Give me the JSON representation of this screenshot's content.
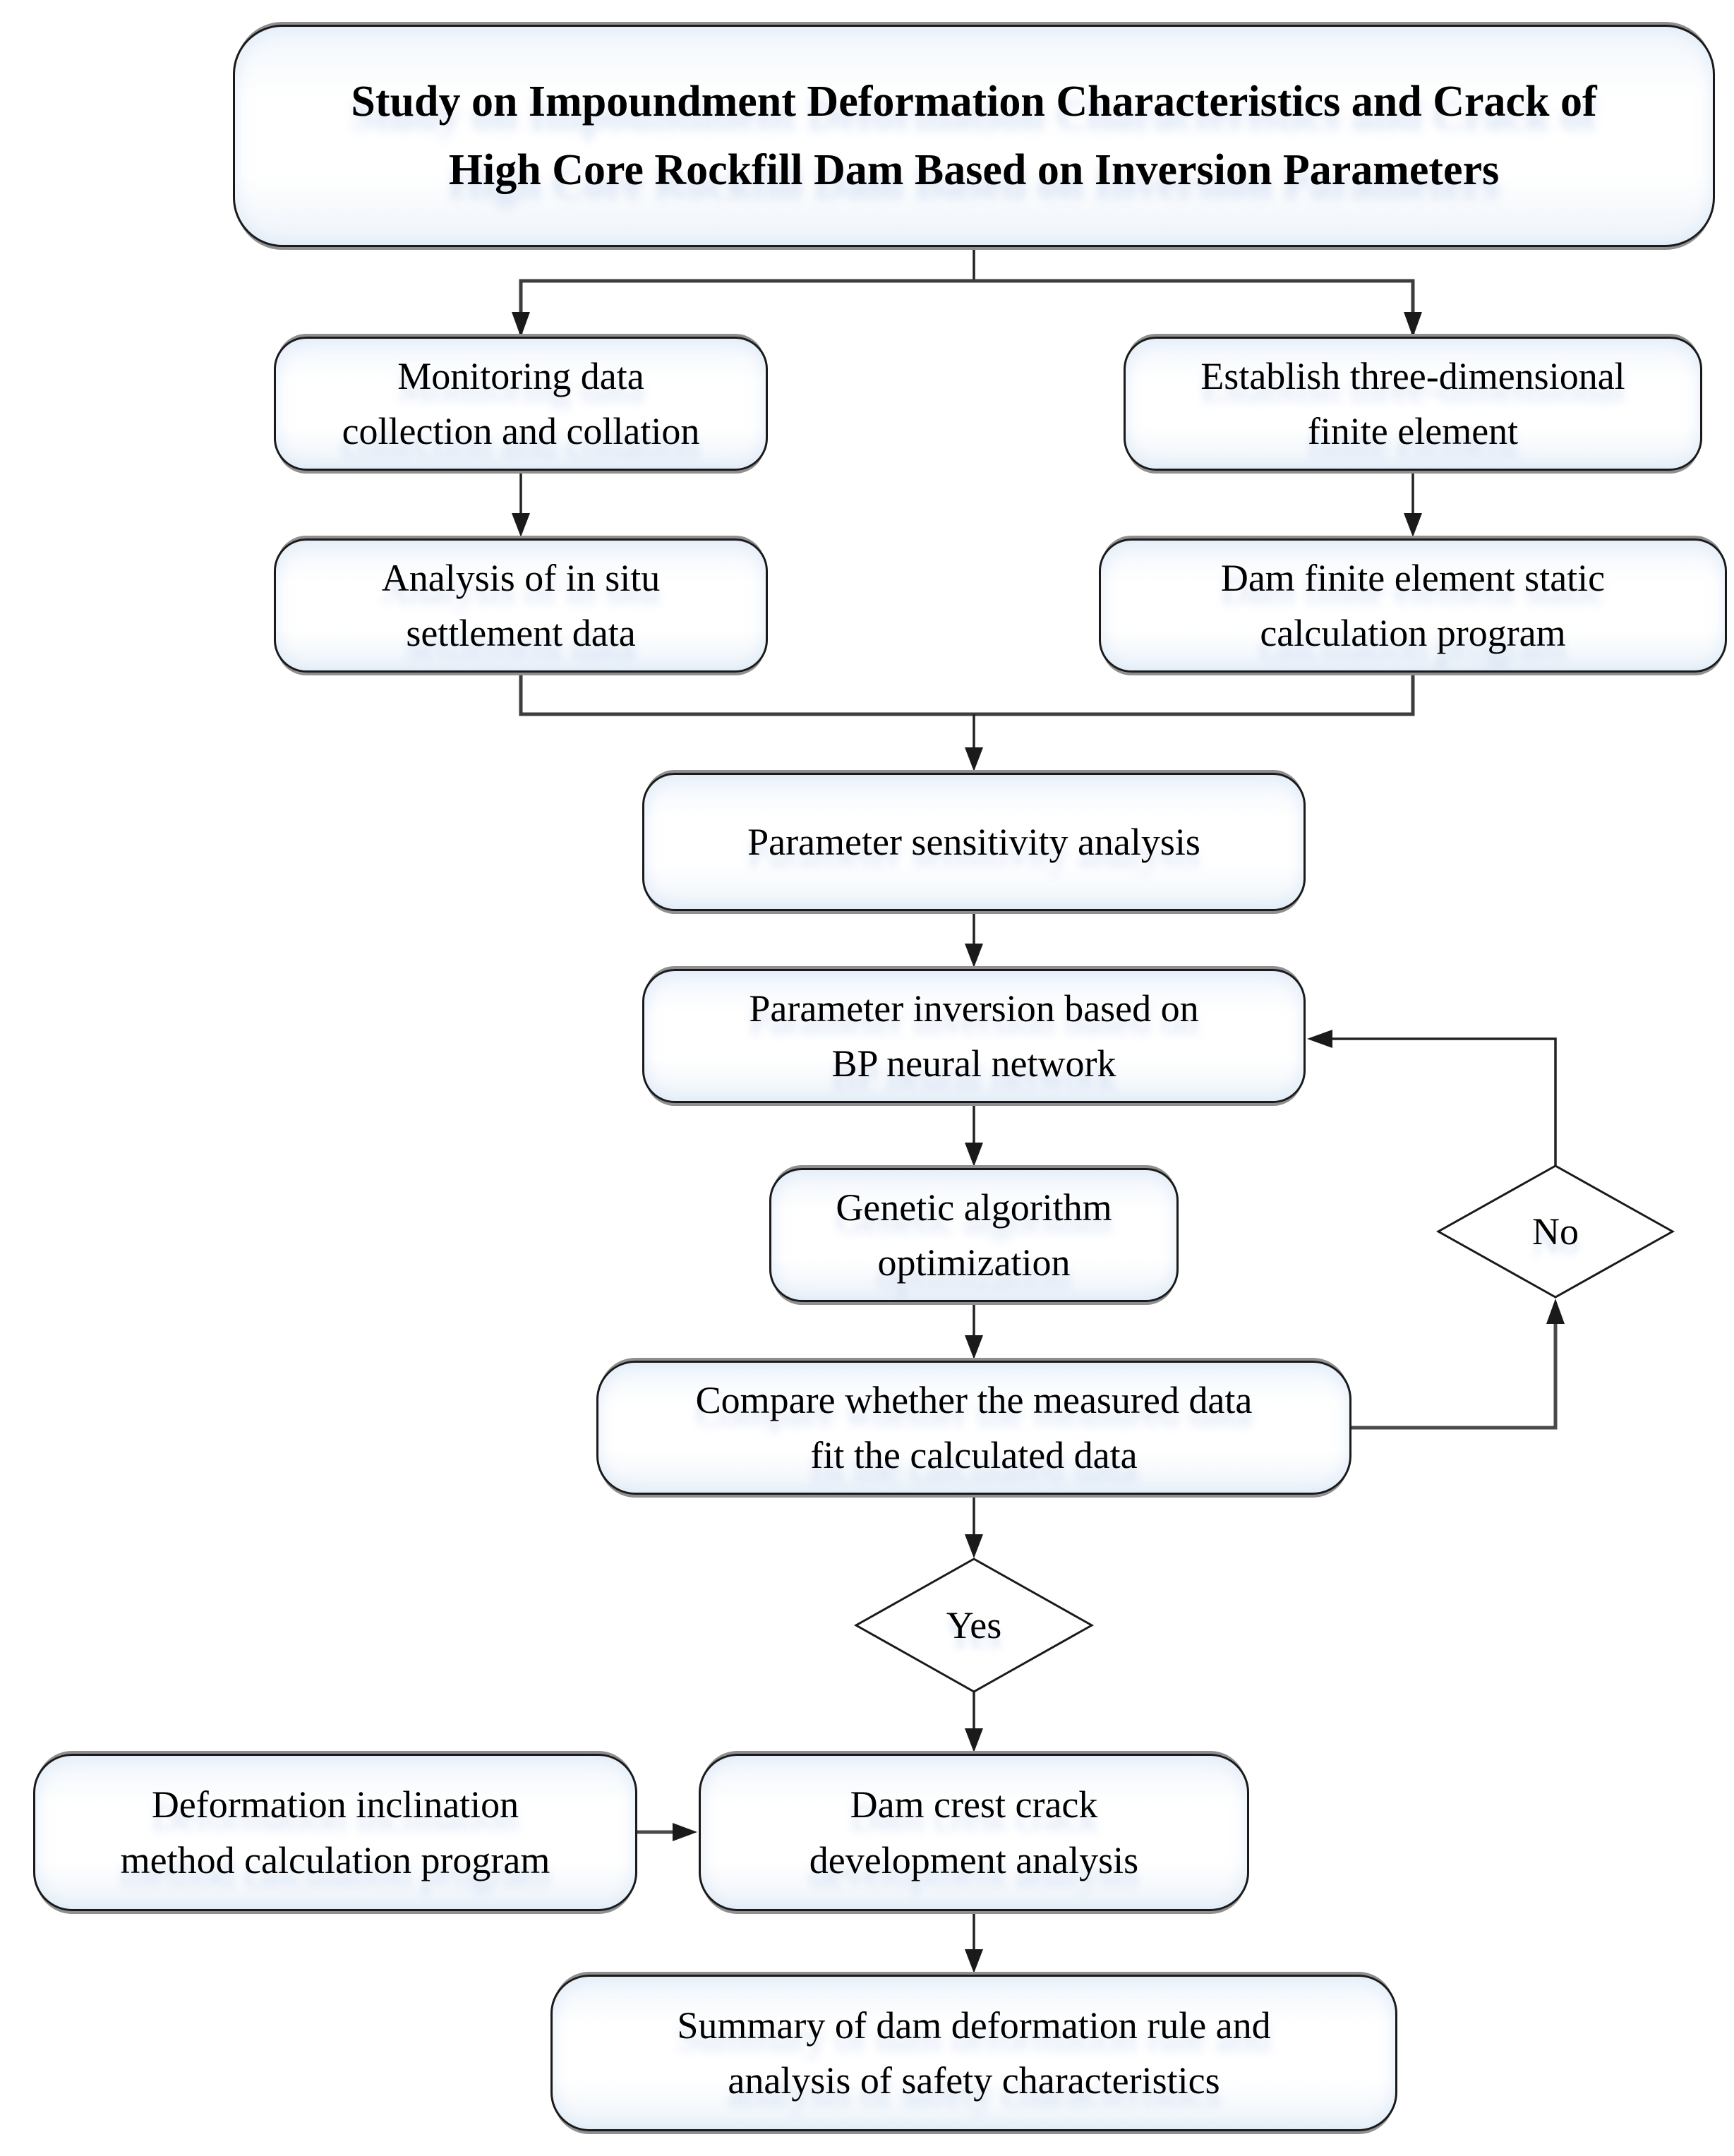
{
  "page": {
    "background": "#ffffff"
  },
  "diagram": {
    "type": "flowchart",
    "nodes": {
      "title": {
        "lines": [
          "Study on Impoundment Deformation Characteristics and Crack of",
          "High Core Rockfill Dam Based on Inversion Parameters"
        ]
      },
      "monitoring": {
        "lines": [
          "Monitoring data",
          "collection and collation"
        ]
      },
      "establish_fe": {
        "lines": [
          "Establish three-dimensional",
          "finite element"
        ]
      },
      "analysis_settlement": {
        "lines": [
          "Analysis of in situ",
          "settlement data"
        ]
      },
      "dam_fe_static": {
        "lines": [
          "Dam finite element static",
          "calculation program"
        ]
      },
      "sensitivity": {
        "lines": [
          "Parameter sensitivity analysis"
        ]
      },
      "bp_inversion": {
        "lines": [
          "Parameter inversion based on",
          "BP neural network"
        ]
      },
      "genetic": {
        "lines": [
          "Genetic algorithm",
          "optimization"
        ]
      },
      "compare": {
        "lines": [
          "Compare whether the measured data",
          "fit the calculated data"
        ]
      },
      "decision_no": {
        "label": "No"
      },
      "decision_yes": {
        "label": "Yes"
      },
      "deformation_inclination": {
        "lines": [
          "Deformation inclination",
          "method calculation program"
        ]
      },
      "dam_crest_crack": {
        "lines": [
          "Dam crest crack",
          "development analysis"
        ]
      },
      "summary": {
        "lines": [
          "Summary of dam deformation rule and",
          "analysis of safety characteristics"
        ]
      }
    },
    "colors": {
      "line": "#222222",
      "merge_line": "#3d3d3d",
      "node_border": "#1a1a1a",
      "node_fill": "#ffffff",
      "shadow_gray": "#8f8f8f",
      "text": "#000000"
    }
  }
}
